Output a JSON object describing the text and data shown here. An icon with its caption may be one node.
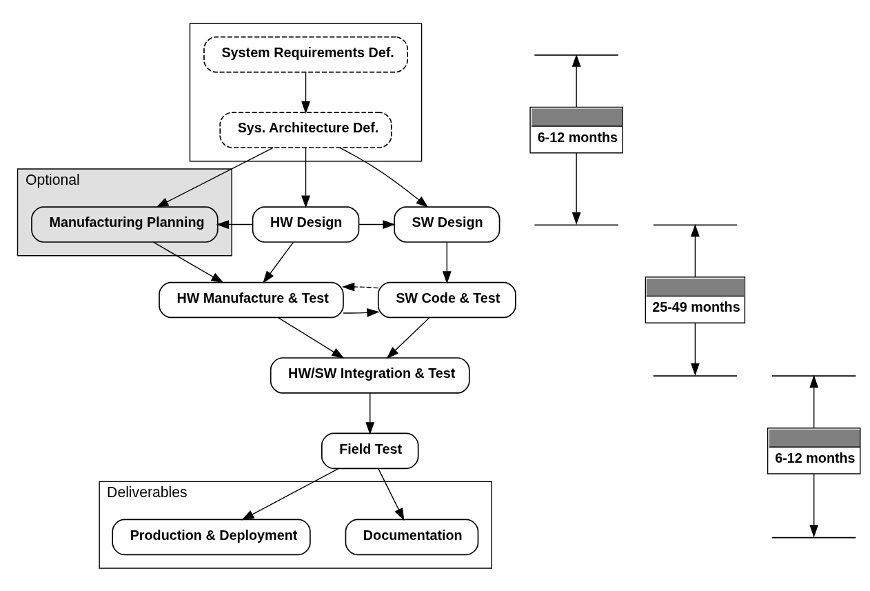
{
  "diagram": {
    "nodes": [
      {
        "text": [],
        "shape": "box"
      },
      {
        "text": [
          "System Requirements Def."
        ],
        "in": 0
      },
      {
        "text": [
          "Sys. Architecture Def."
        ],
        "in": 0
      },
      {
        "text": [
          "Optional"
        ]
      },
      {
        "text": [
          "Manufacturing Planning"
        ],
        "in": 3
      },
      {
        "text": [
          "HW Design"
        ]
      },
      {
        "text": [
          "SW Design"
        ]
      },
      {
        "text": [
          "HW Manufacture & Test"
        ]
      },
      {
        "text": [
          "SW Code & Test"
        ]
      },
      {
        "text": [
          "HW/SW Integration & Test"
        ]
      },
      {
        "text": [
          "Deliverables"
        ]
      },
      {
        "text": [
          "Documentation"
        ],
        "in": 10
      },
      {
        "text": [
          "Production & Deployment"
        ],
        "in": 10
      },
      {
        "text": [
          "Field Test"
        ]
      },
      {
        "text": [
          "6-12 months"
        ]
      },
      {
        "text": [
          "25-49 months"
        ]
      },
      {
        "text": [
          "6-12 months"
        ]
      }
    ],
    "edges": [
      {
        "from": 1,
        "to": 2,
        "arrow": "to"
      },
      {
        "from": 2,
        "to": 4,
        "arrow": "to"
      },
      {
        "from": 2,
        "to": 5,
        "arrow": "to"
      },
      {
        "from": 2,
        "to": 6,
        "arrow": "to"
      },
      {
        "from": 5,
        "to": 4,
        "arrow": "to"
      },
      {
        "from": 5,
        "to": 6,
        "arrow": "to"
      },
      {
        "from": 5,
        "to": 7,
        "arrow": "to"
      },
      {
        "from": 6,
        "to": 8,
        "arrow": "to"
      },
      {
        "from": 4,
        "to": 7,
        "arrow": "to"
      },
      {
        "from": 7,
        "to": 8,
        "arrow": "to"
      },
      {
        "from": 8,
        "to": 7,
        "arrow": "to",
        "style": "dashed"
      },
      {
        "from": 7,
        "to": 9,
        "arrow": "to"
      },
      {
        "from": 8,
        "to": 9,
        "arrow": "to"
      },
      {
        "from": 9,
        "to": 13,
        "arrow": "to"
      },
      {
        "from": 13,
        "to": 11,
        "arrow": "to"
      },
      {
        "from": 13,
        "to": 12,
        "arrow": "to"
      },
      {
        "from": 14,
        "to": null,
        "arrow": "to"
      },
      {
        "from": 14,
        "to": null,
        "arrow": "to"
      },
      {
        "from": 15,
        "to": null,
        "arrow": "to"
      },
      {
        "from": 15,
        "to": null,
        "arrow": "to"
      },
      {
        "from": 16,
        "to": null,
        "arrow": "to"
      },
      {
        "from": 16,
        "to": null,
        "arrow": "to"
      }
    ]
  }
}
